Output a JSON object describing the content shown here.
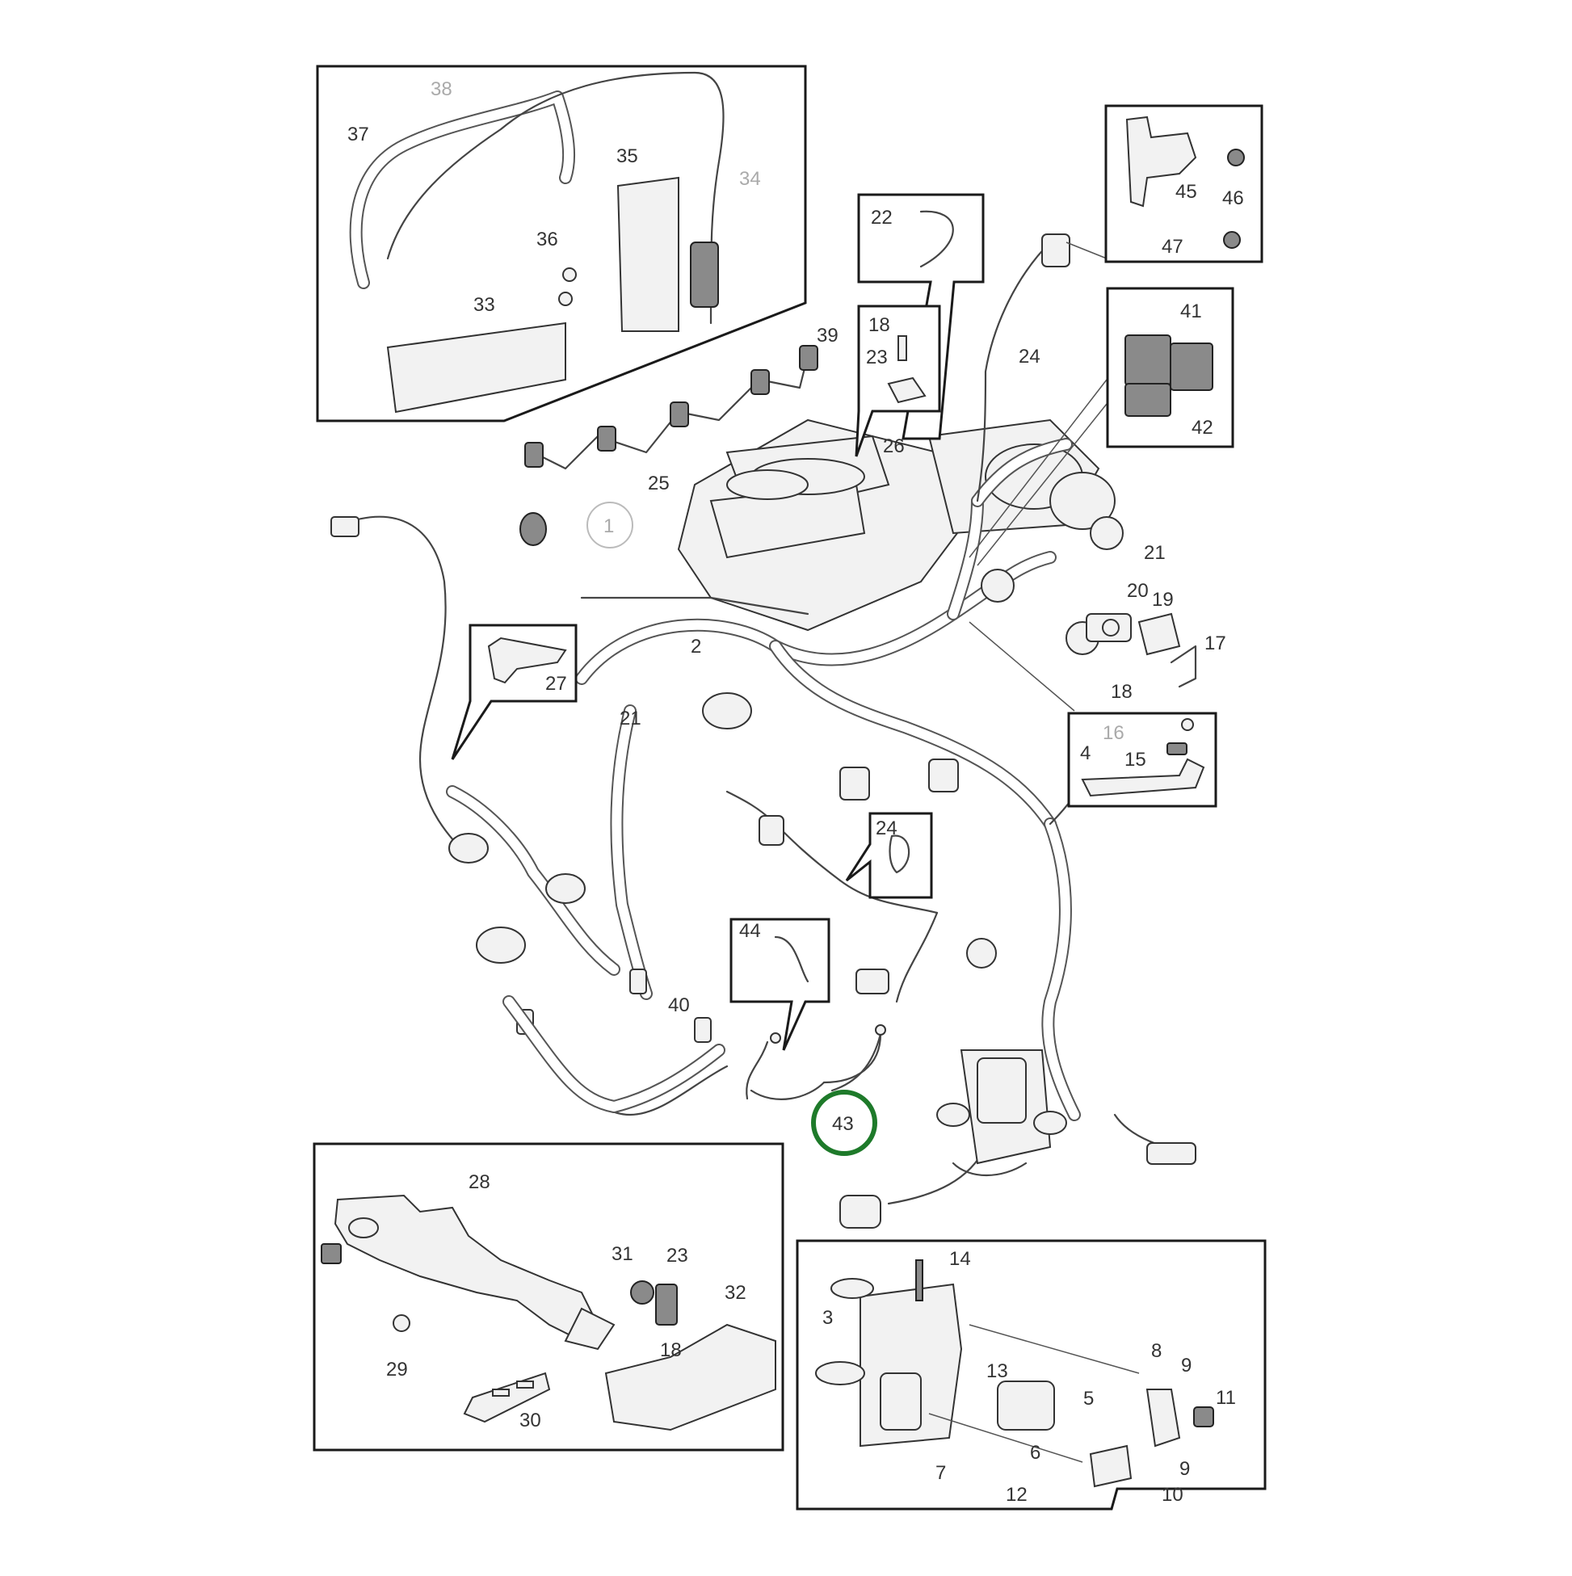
{
  "diagram": {
    "highlight_color": "#1e7a2a",
    "labels": {
      "n1": "1",
      "n2": "2",
      "n3": "3",
      "n4": "4",
      "n5": "5",
      "n6": "6",
      "n7": "7",
      "n8": "8",
      "n9a": "9",
      "n9b": "9",
      "n10": "10",
      "n11": "11",
      "n12": "12",
      "n13": "13",
      "n14": "14",
      "n15": "15",
      "n16": "16",
      "n17": "17",
      "n18a": "18",
      "n18b": "18",
      "n18c": "18",
      "n19": "19",
      "n20": "20",
      "n21a": "21",
      "n21b": "21",
      "n22": "22",
      "n23a": "23",
      "n23b": "23",
      "n24a": "24",
      "n24b": "24",
      "n25": "25",
      "n26": "26",
      "n27": "27",
      "n28": "28",
      "n29": "29",
      "n30": "30",
      "n31": "31",
      "n32": "32",
      "n33": "33",
      "n34": "34",
      "n35": "35",
      "n36": "36",
      "n37": "37",
      "n38": "38",
      "n39": "39",
      "n40": "40",
      "n41": "41",
      "n42": "42",
      "n43": "43",
      "n44": "44",
      "n45": "45",
      "n46": "46",
      "n47": "47"
    }
  }
}
